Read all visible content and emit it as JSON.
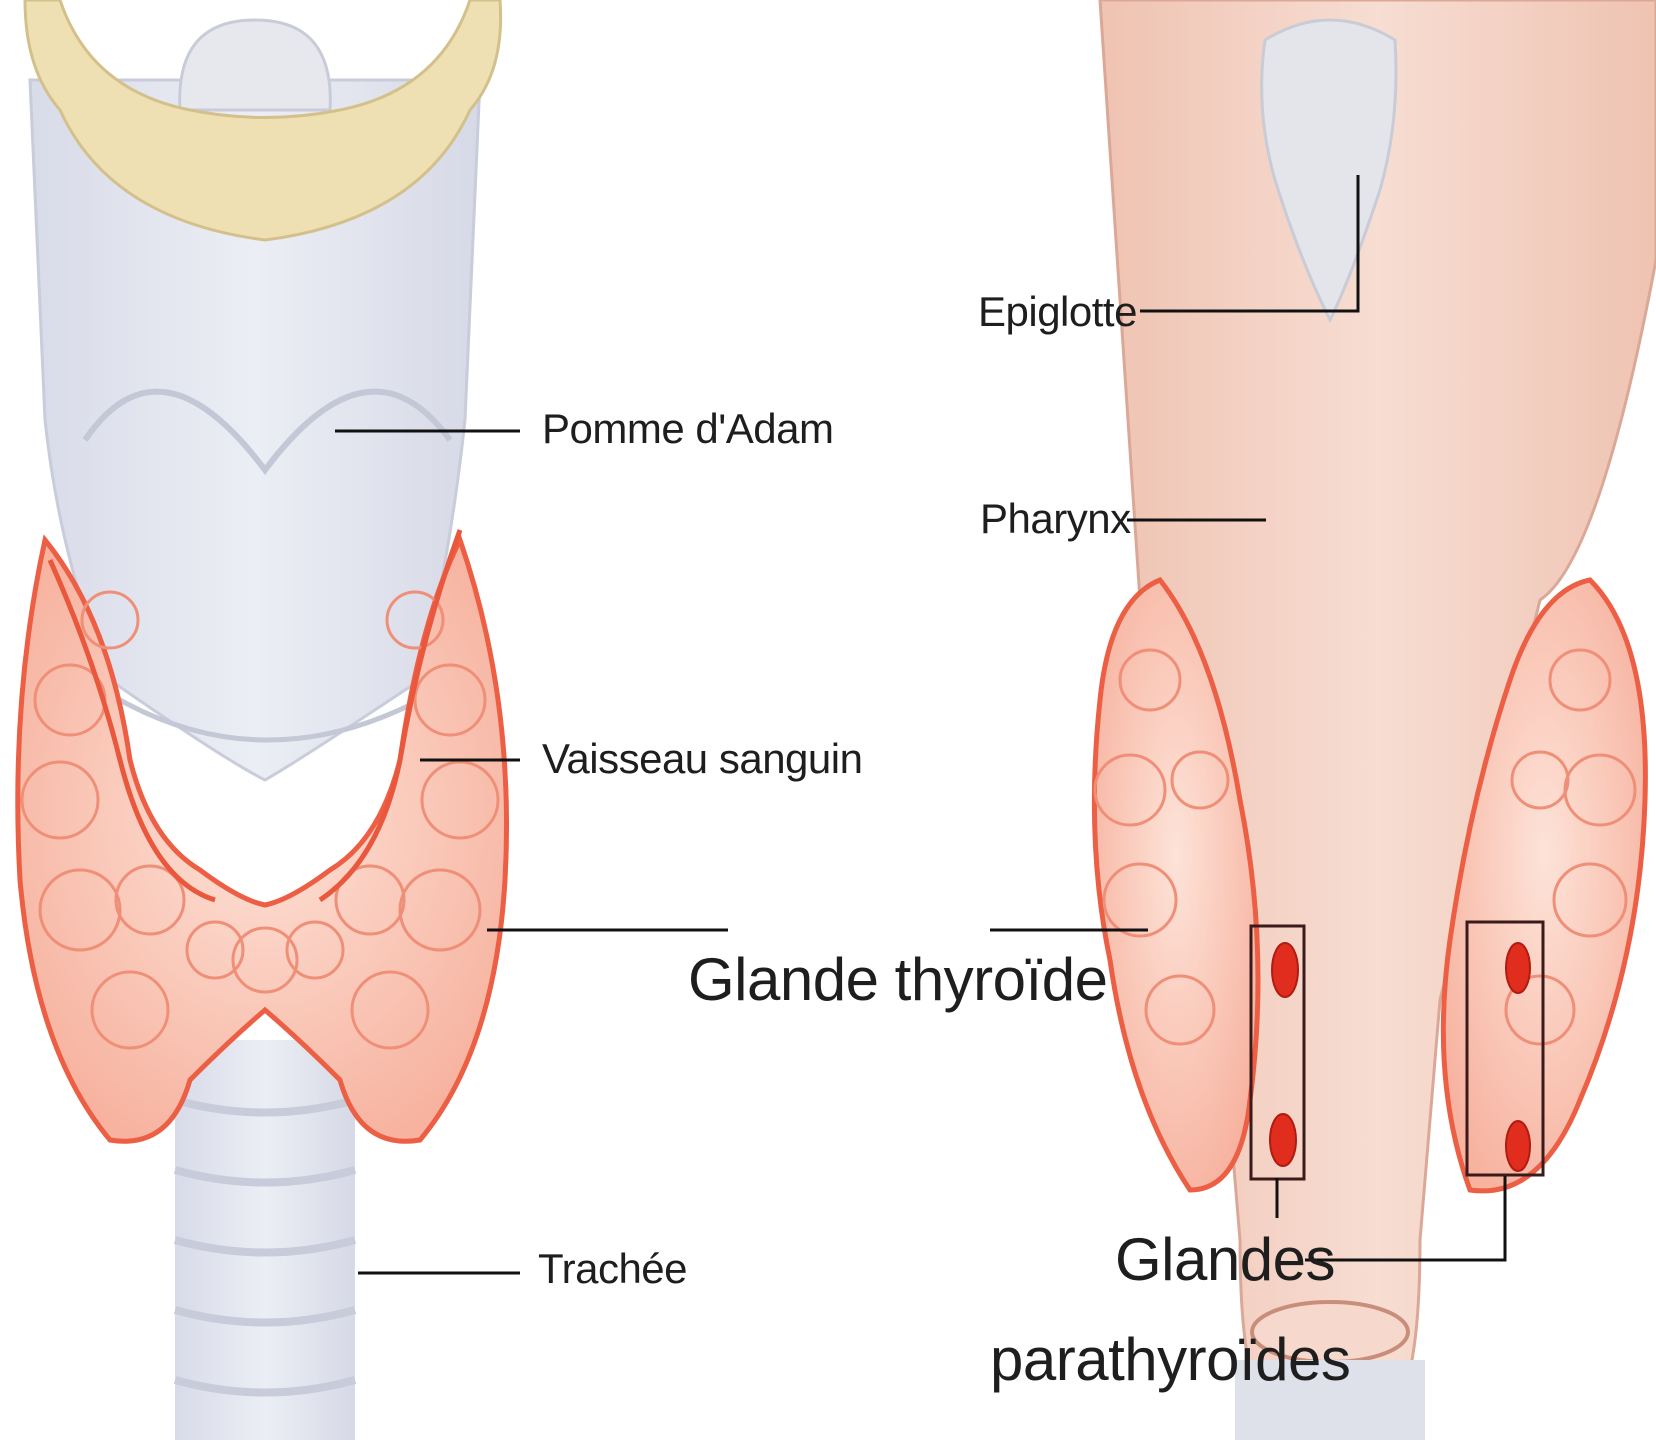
{
  "labels": {
    "pomme_adam": "Pomme d'Adam",
    "vaisseau": "Vaisseau sanguin",
    "trachee": "Trachée",
    "glande_thyroide": "Glande thyroïde",
    "epiglotte": "Epiglotte",
    "pharynx": "Pharynx",
    "parathyroides_line1": "Glandes",
    "parathyroides_line2": "parathyroïdes"
  },
  "colors": {
    "cartilage": "#e3e5ef",
    "hyoid": "#ecdcae",
    "thyroid": "#f8c6b6",
    "thyroid_edge": "#ec5f44",
    "pharynx": "#f2cfc0",
    "parathyroid": "#e02d1e",
    "leader": "#111111",
    "box": "#3a1a1a"
  }
}
